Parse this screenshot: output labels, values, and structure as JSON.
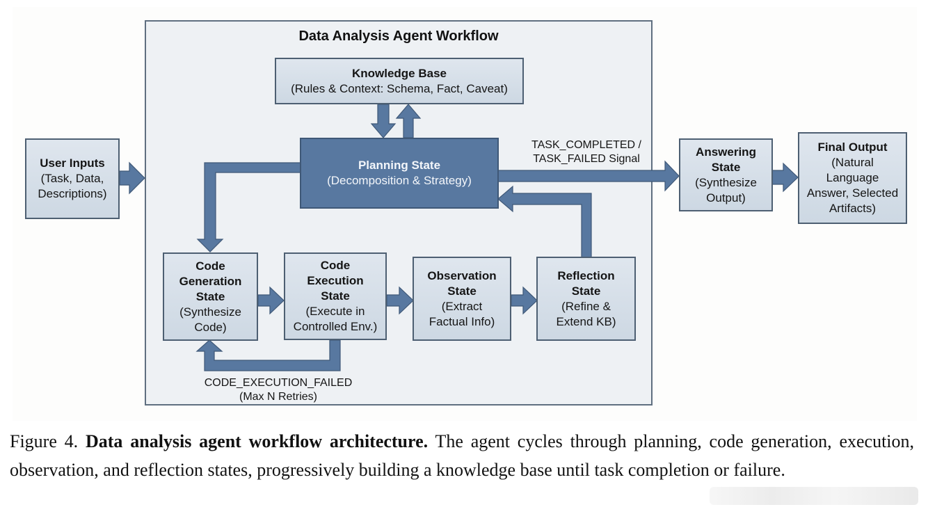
{
  "diagram": {
    "title": "Data Analysis Agent Workflow",
    "nodes": {
      "user_inputs": {
        "title": "User Inputs",
        "lines": [
          "(Task, Data,",
          "Descriptions)"
        ]
      },
      "knowledge_base": {
        "title": "Knowledge Base",
        "lines": [
          "(Rules & Context: Schema, Fact, Caveat)"
        ]
      },
      "planning": {
        "title": "Planning State",
        "lines": [
          "(Decomposition & Strategy)"
        ]
      },
      "code_generation": {
        "title_lines": [
          "Code",
          "Generation",
          "State"
        ],
        "lines": [
          "(Synthesize",
          "Code)"
        ]
      },
      "code_execution": {
        "title_lines": [
          "Code",
          "Execution",
          "State"
        ],
        "lines": [
          "(Execute in",
          "Controlled Env.)"
        ]
      },
      "observation": {
        "title_lines": [
          "Observation",
          "State"
        ],
        "lines": [
          "(Extract",
          "Factual Info)"
        ]
      },
      "reflection": {
        "title_lines": [
          "Reflection",
          "State"
        ],
        "lines": [
          "(Refine &",
          "Extend KB)"
        ]
      },
      "answering": {
        "title_lines": [
          "Answering",
          "State"
        ],
        "lines": [
          "(Synthesize",
          "Output)"
        ]
      },
      "final_output": {
        "title": "Final Output",
        "lines": [
          "(Natural",
          "Language",
          "Answer, Selected",
          "Artifacts)"
        ]
      }
    },
    "edge_labels": {
      "task_signal": [
        "TASK_COMPLETED /",
        "TASK_FAILED Signal"
      ],
      "retry": [
        "CODE_EXECUTION_FAILED",
        "(Max N Retries)"
      ]
    },
    "colors": {
      "arrow": "#5878a0",
      "arrow_stroke": "#3f5877",
      "box_fill": "#d6dfe8",
      "planning_fill": "#5878a0",
      "container_fill": "#eef1f4"
    }
  },
  "caption": {
    "label": "Figure 4.",
    "bold": "Data analysis agent workflow architecture.",
    "text": "The agent cycles through planning, code generation, execution, observation, and reflection states, progressively building a knowledge base until task completion or failure."
  }
}
